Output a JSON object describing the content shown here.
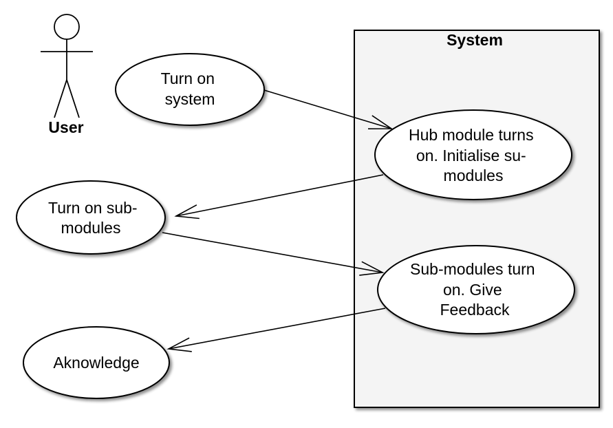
{
  "diagram": {
    "type": "uml-use-case",
    "actor": {
      "label": "User"
    },
    "system_boundary": {
      "label": "System"
    },
    "use_cases": [
      {
        "id": "turn-on-system",
        "lines": [
          "Turn on",
          "system"
        ]
      },
      {
        "id": "hub-module",
        "lines": [
          "Hub module turns",
          "on. Initialise su-",
          "modules"
        ]
      },
      {
        "id": "turn-on-submodules",
        "lines": [
          "Turn on sub-",
          "modules"
        ]
      },
      {
        "id": "submodules-turn-on",
        "lines": [
          "Sub-modules turn",
          "on. Give",
          "Feedback"
        ]
      },
      {
        "id": "aknowledge",
        "lines": [
          "Aknowledge"
        ]
      }
    ],
    "edges": [
      {
        "from": "turn-on-system",
        "to": "hub-module"
      },
      {
        "from": "hub-module",
        "to": "turn-on-submodules"
      },
      {
        "from": "turn-on-submodules",
        "to": "submodules-turn-on"
      },
      {
        "from": "submodules-turn-on",
        "to": "aknowledge"
      }
    ],
    "colors": {
      "ellipse_fill": "#ffffff",
      "boundary_fill": "#f4f4f4",
      "stroke": "#000000",
      "shadow": "#9a9a9a"
    }
  }
}
